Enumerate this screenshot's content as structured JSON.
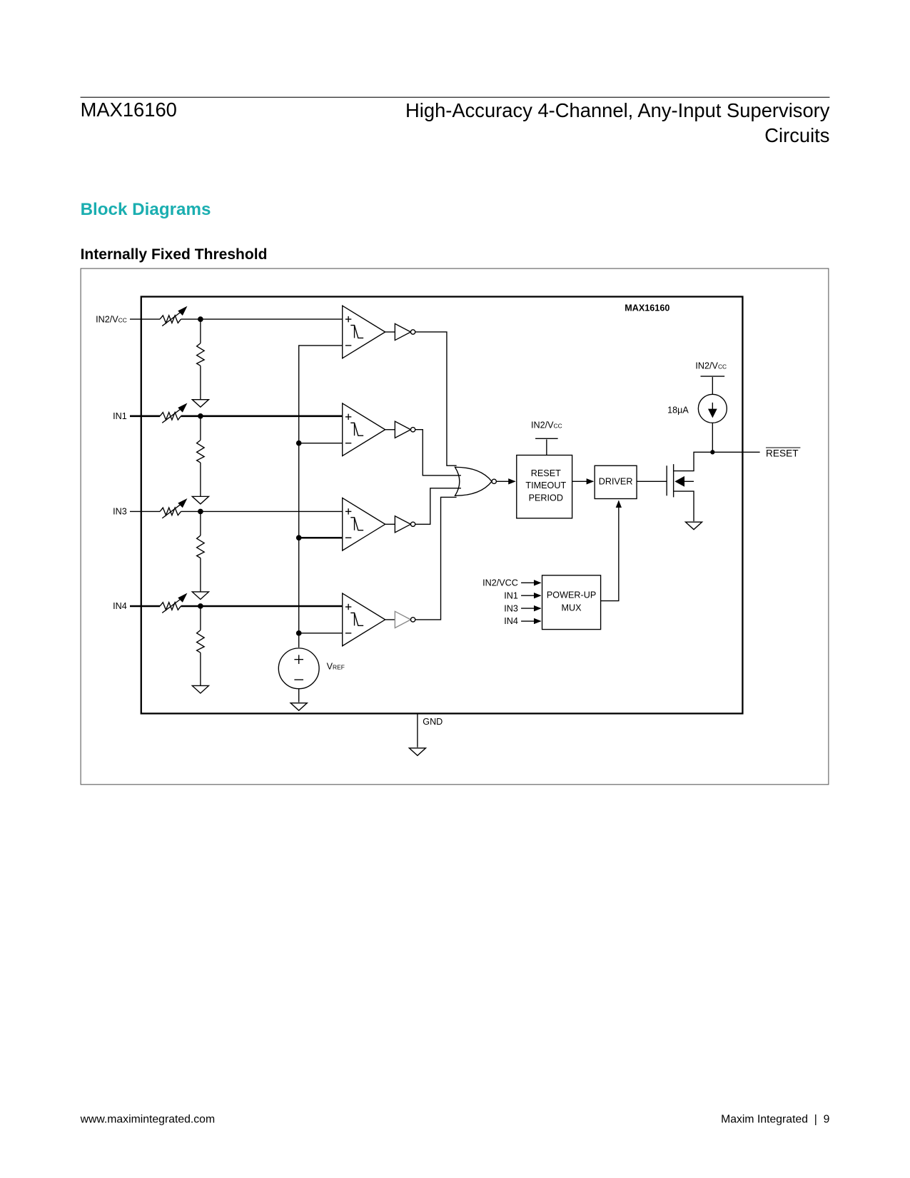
{
  "header": {
    "part_number": "MAX16160",
    "title_line1": "High-Accuracy 4-Channel, Any-Input Supervisory",
    "title_line2": "Circuits"
  },
  "section": {
    "heading": "Block Diagrams",
    "subheading": "Internally Fixed Threshold"
  },
  "diagram": {
    "chip_label": "MAX16160",
    "inputs": [
      {
        "name": "IN2/V",
        "sub": "CC"
      },
      {
        "name": "IN1",
        "sub": ""
      },
      {
        "name": "IN3",
        "sub": ""
      },
      {
        "name": "IN4",
        "sub": ""
      }
    ],
    "vref_label": "V",
    "vref_sub": "REF",
    "plus_sign": "+",
    "minus_sign": "−",
    "reset_block": [
      "RESET",
      "TIMEOUT",
      "PERIOD"
    ],
    "reset_supply": {
      "name": "IN2/V",
      "sub": "CC"
    },
    "driver_label": "DRIVER",
    "mux_block": [
      "POWER-UP",
      "MUX"
    ],
    "mux_inputs": [
      "IN2/VCC",
      "IN1",
      "IN3",
      "IN4"
    ],
    "current_source": "18µA",
    "pullup_supply": {
      "name": "IN2/V",
      "sub": "CC"
    },
    "output_label": "RESET",
    "gnd_label": "GND"
  },
  "footer": {
    "url": "www.maximintegrated.com",
    "company": "Maxim Integrated",
    "separator": "|",
    "page_number": "9"
  }
}
